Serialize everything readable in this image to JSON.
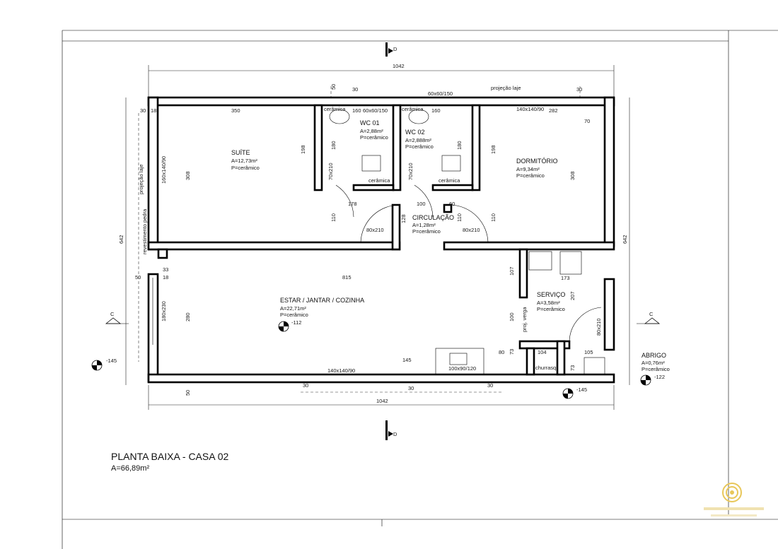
{
  "title": "PLANTA BAIXA - CASA 02",
  "total_area": "A=66,89m²",
  "rooms": {
    "suite": {
      "name": "SUÍTE",
      "area": "A=12,73m²",
      "floor": "P=cerâmico"
    },
    "wc01": {
      "name": "WC 01",
      "area": "A=2,88m²",
      "floor": "P=cerâmico"
    },
    "wc02": {
      "name": "WC 02",
      "area": "A=2,888m²",
      "floor": "P=cerâmico"
    },
    "dormitorio": {
      "name": "DORMITÓRIO",
      "area": "A=9,34m²",
      "floor": "P=cerâmico"
    },
    "circulacao": {
      "name": "CIRCULAÇÃO",
      "area": "A=1,28m²",
      "floor": "P=cerâmico"
    },
    "estar": {
      "name": "ESTAR / JANTAR / COZINHA",
      "area": "A=22,71m²",
      "floor": "P=cerâmico"
    },
    "servico": {
      "name": "SERVIÇO",
      "area": "A=3,58m²",
      "floor": "P=cerâmico"
    },
    "abrigo": {
      "name": "ABRIGO",
      "area": "A=0,76m²",
      "floor": "P=cerâmico"
    }
  },
  "section_marks": {
    "d": "D",
    "c": "C"
  },
  "levels": {
    "estar": "-112",
    "left": "-145",
    "bottom": "-145",
    "abrigo": "-122"
  },
  "labels": {
    "projecao_laje": "projeção laje",
    "projecao_laje_left": "projeção laje",
    "revestimento": "revestimento pedra",
    "ceramica_wc01_top": "cerâmica",
    "ceramica_wc02_top": "cerâmica",
    "ceramica_wc01_bottom": "cerâmica",
    "ceramica_wc02_bottom": "cerâmica",
    "churrasq": "churrasq.",
    "proj_verga": "proj. verga"
  },
  "dims": {
    "total_top": "1042",
    "total_bottom": "1042",
    "left_total": "642",
    "right_total": "642",
    "d350": "350",
    "d18": "18",
    "d30": "30",
    "d50": "50",
    "d60": "60",
    "d70": "70",
    "d33": "33",
    "d160": "160",
    "d282": "282",
    "d308": "308",
    "d198": "198",
    "d180": "180",
    "d110": "110",
    "d178": "178",
    "d100": "100",
    "d128": "128",
    "d815": "815",
    "d280": "280",
    "d107": "107",
    "d173": "173",
    "d207": "207",
    "d145": "145",
    "d80": "80",
    "d73": "73",
    "d104": "104",
    "d105": "105",
    "w_60x60_150": "60x60/150",
    "w_140x140_90": "140x140/90",
    "w_160x140_90": "160x140/90",
    "w_180x230": "180x230",
    "w_100x90_120": "100x90/120",
    "door_70x210": "70x210",
    "door_80x210": "80x210"
  }
}
